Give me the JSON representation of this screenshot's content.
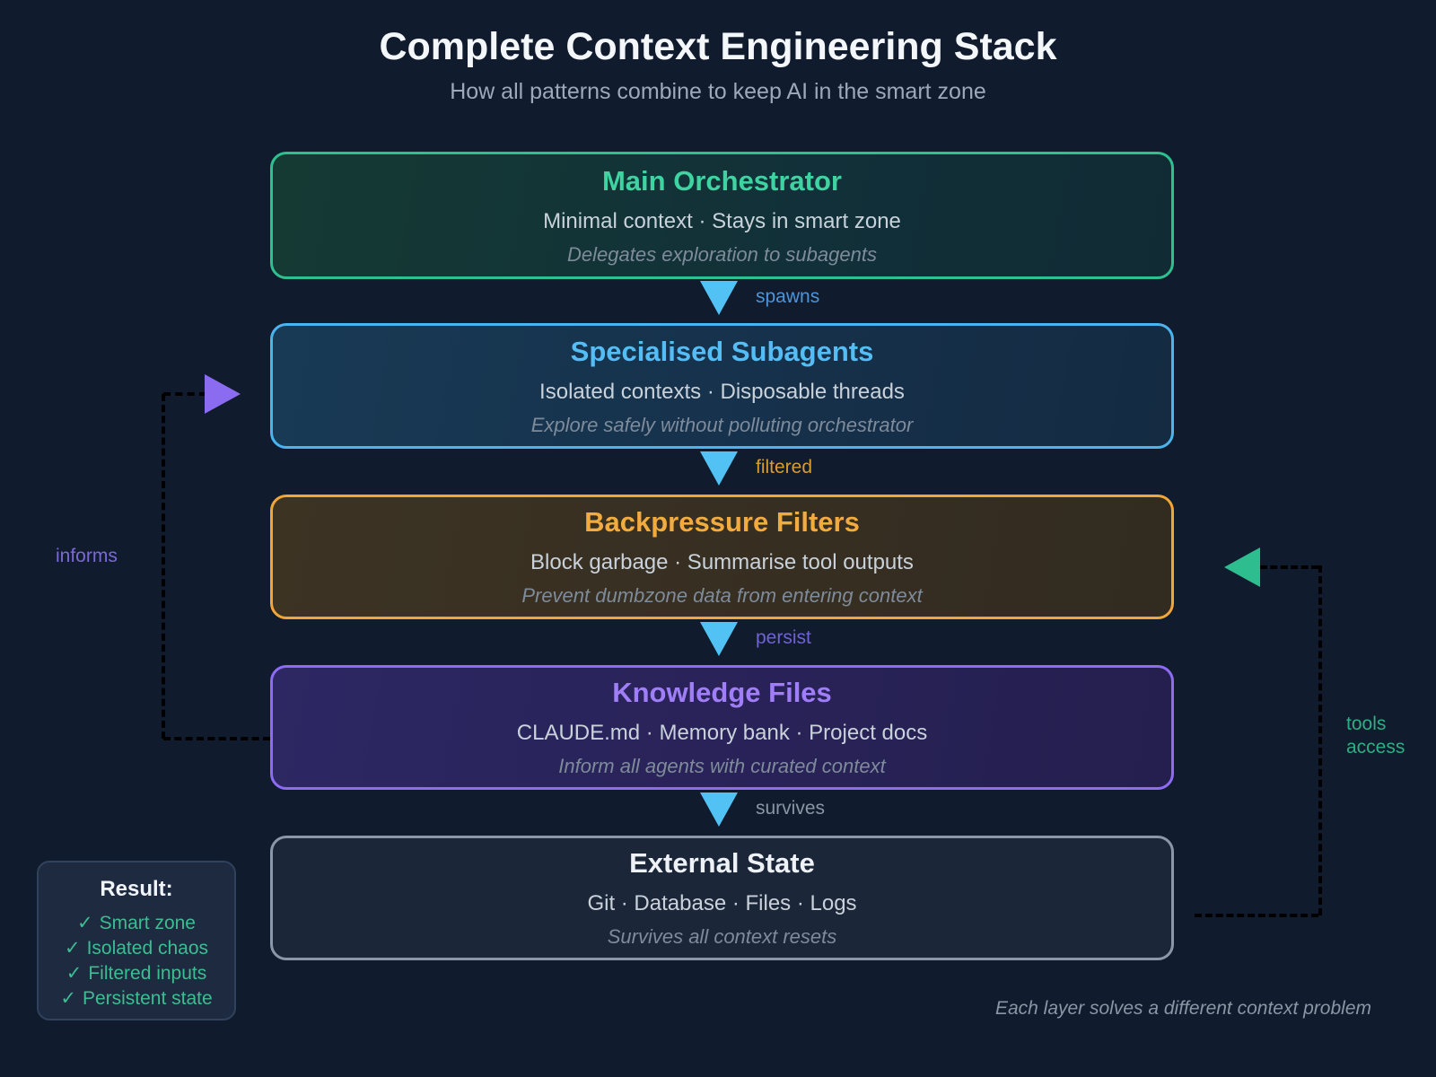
{
  "header": {
    "title": "Complete Context Engineering Stack",
    "subtitle": "How all patterns combine to keep AI in the smart zone"
  },
  "layers": [
    {
      "name": "main-orchestrator",
      "title": "Main Orchestrator",
      "summary": "Minimal context · Stays in smart zone",
      "detail": "Delegates exploration to subagents",
      "accent": "#2fc08f"
    },
    {
      "name": "specialised-subagents",
      "title": "Specialised Subagents",
      "summary": "Isolated contexts · Disposable threads",
      "detail": "Explore safely without polluting orchestrator",
      "accent": "#4ab4ee"
    },
    {
      "name": "backpressure-filters",
      "title": "Backpressure Filters",
      "summary": "Block garbage · Summarise tool outputs",
      "detail": "Prevent dumbzone data from entering context",
      "accent": "#f0a63a"
    },
    {
      "name": "knowledge-files",
      "title": "Knowledge Files",
      "summary": "CLAUDE.md · Memory bank · Project docs",
      "detail": "Inform all agents with curated context",
      "accent": "#8e6cf2"
    },
    {
      "name": "external-state",
      "title": "External State",
      "summary": "Git · Database · Files · Logs",
      "detail": "Survives all context resets",
      "accent": "#8a97ab"
    }
  ],
  "flow_labels": [
    {
      "label": "spawns",
      "color": "#4f94d6"
    },
    {
      "label": "filtered",
      "color": "#d99b33"
    },
    {
      "label": "persist",
      "color": "#7162d4"
    },
    {
      "label": "survives",
      "color": "#8a96a4"
    }
  ],
  "flow_arrow_color": "#52c2f5",
  "side_connectors": {
    "informs": {
      "label": "informs",
      "color": "#8b6cf0"
    },
    "tools_access": {
      "line1": "tools",
      "line2": "access",
      "color": "#2ebd8f"
    }
  },
  "result": {
    "title": "Result:",
    "check": "✓",
    "items": [
      "Smart zone",
      "Isolated chaos",
      "Filtered inputs",
      "Persistent state"
    ]
  },
  "footnote": "Each layer solves a different context problem"
}
